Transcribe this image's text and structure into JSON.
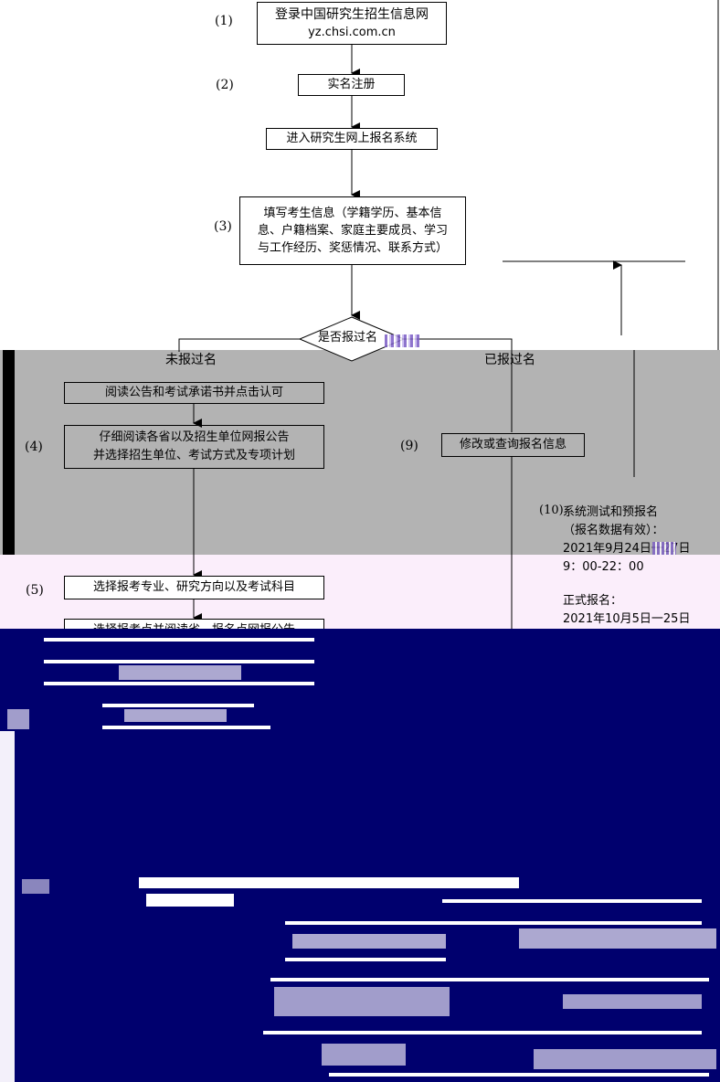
{
  "steps": {
    "s1": "(1)",
    "s2": "(2)",
    "s3": "(3)",
    "s4": "(4)",
    "s5": "(5)",
    "s9": "(9)",
    "s10": "(10)"
  },
  "boxes": {
    "login_line1": "登录中国研究生招生信息网",
    "login_line2": "yz.chsi.com.cn",
    "register": "实名注册",
    "enter_system": "进入研究生网上报名系统",
    "fill_info_line1": "填写考生信息（学籍学历、基本信",
    "fill_info_line2": "息、户籍档案、家庭主要成员、学习",
    "fill_info_line3": "与工作经历、奖惩情况、联系方式）",
    "decision": "是否报过名",
    "read_notice": "阅读公告和考试承诺书并点击认可",
    "read_detail_line1": "仔细阅读各省以及招生单位网报公告",
    "read_detail_line2": "并选择招生单位、考试方式及专项计划",
    "modify": "修改或查询报名信息",
    "choose_major": "选择报考专业、研究方向以及考试科目",
    "choose_site": "选择报考点并阅读省、报名点网报公告"
  },
  "branches": {
    "no": "未报过名",
    "yes": "已报过名"
  },
  "schedule": {
    "test_line1": "系统测试和预报名",
    "test_line2": "（报名数据有效）：",
    "test_date": "2021年9月24日一27日",
    "test_time": "9：00-22：00",
    "formal_label": "正式报名：",
    "formal_date": "2021年10月5日一25日"
  },
  "colors": {
    "gray_overlay": "#b3b3b3",
    "navy": "#00006e",
    "light": "#ffffff",
    "pink": "#fbeefb"
  }
}
